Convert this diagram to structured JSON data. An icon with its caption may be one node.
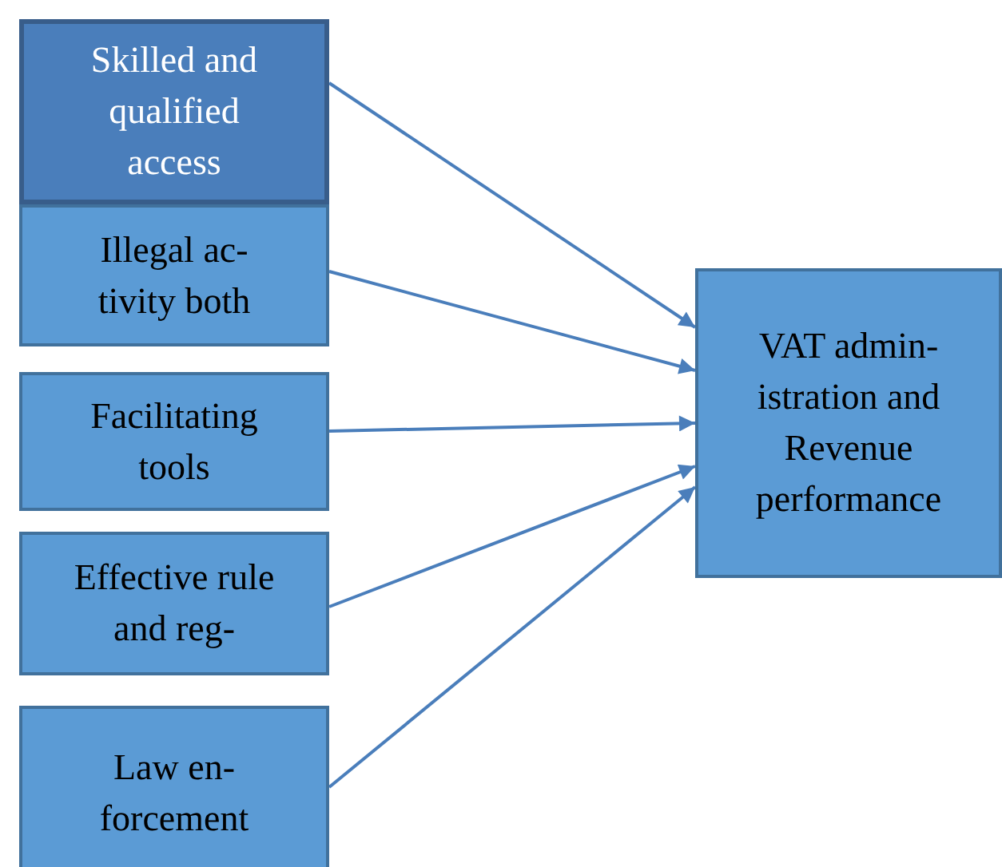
{
  "diagram": {
    "nodes": [
      {
        "text": [
          "Skilled and qualified access"
        ]
      },
      {
        "text": [
          "Illegal ac- tivity both"
        ]
      },
      {
        "text": [
          "Facilitating tools"
        ]
      },
      {
        "text": [
          "Effective rule and reg-"
        ]
      },
      {
        "text": [
          "Law en- forcement"
        ]
      },
      {
        "text": [
          "VAT admin- istration and Revenue performance"
        ]
      }
    ],
    "edges": [
      {
        "from": 0,
        "to": 5,
        "arrow": "to"
      },
      {
        "from": 1,
        "to": 5,
        "arrow": "to"
      },
      {
        "from": 2,
        "to": 5,
        "arrow": "to"
      },
      {
        "from": 3,
        "to": 5,
        "arrow": "to"
      },
      {
        "from": 4,
        "to": 5,
        "arrow": "to"
      }
    ]
  }
}
